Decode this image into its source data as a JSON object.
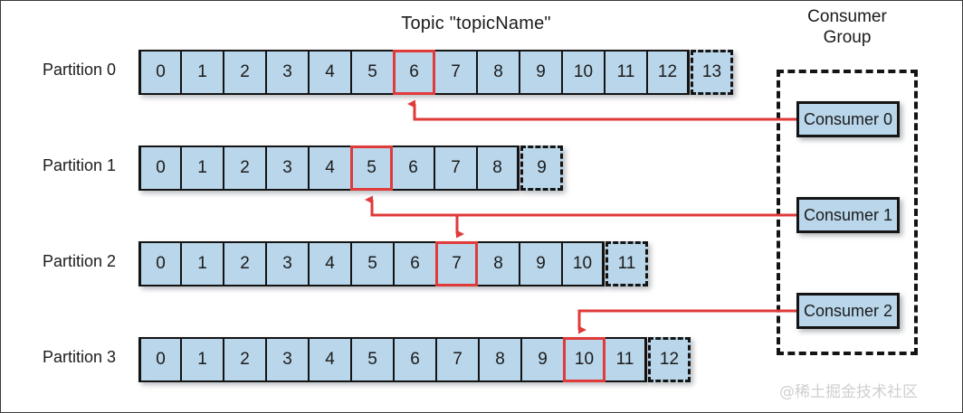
{
  "figure": {
    "topic_title": "Topic \"topicName\"",
    "group_title_line1": "Consumer",
    "group_title_line2": "Group",
    "watermark": "@稀土掘金技术社区",
    "colors": {
      "cell_fill": "#b9d6ea",
      "cell_border": "#141414",
      "highlight": "#e03a3a",
      "arrow": "#e03a3a",
      "background": "#ffffff",
      "watermark": "#cfcfcf"
    }
  },
  "partitions": [
    {
      "label": "Partition 0",
      "offsets": [
        "0",
        "1",
        "2",
        "3",
        "4",
        "5",
        "6",
        "7",
        "8",
        "9",
        "10",
        "11",
        "12",
        "13"
      ],
      "solid_count": 13,
      "dashed_offset": "13",
      "current_offset": "6",
      "current_index": 6,
      "assigned_consumer": "Consumer 0"
    },
    {
      "label": "Partition 1",
      "offsets": [
        "0",
        "1",
        "2",
        "3",
        "4",
        "5",
        "6",
        "7",
        "8",
        "9"
      ],
      "solid_count": 9,
      "dashed_offset": "9",
      "current_offset": "5",
      "current_index": 5,
      "assigned_consumer": "Consumer 1"
    },
    {
      "label": "Partition 2",
      "offsets": [
        "0",
        "1",
        "2",
        "3",
        "4",
        "5",
        "6",
        "7",
        "8",
        "9",
        "10",
        "11"
      ],
      "solid_count": 11,
      "dashed_offset": "11",
      "current_offset": "7",
      "current_index": 7,
      "assigned_consumer": "Consumer 1"
    },
    {
      "label": "Partition 3",
      "offsets": [
        "0",
        "1",
        "2",
        "3",
        "4",
        "5",
        "6",
        "7",
        "8",
        "9",
        "10",
        "11",
        "12"
      ],
      "solid_count": 12,
      "dashed_offset": "12",
      "current_offset": "10",
      "current_index": 10,
      "assigned_consumer": "Consumer 2"
    }
  ],
  "consumers": [
    {
      "label": "Consumer 0",
      "consumes": [
        "Partition 0"
      ]
    },
    {
      "label": "Consumer 1",
      "consumes": [
        "Partition 1",
        "Partition 2"
      ]
    },
    {
      "label": "Consumer 2",
      "consumes": [
        "Partition 3"
      ]
    }
  ]
}
